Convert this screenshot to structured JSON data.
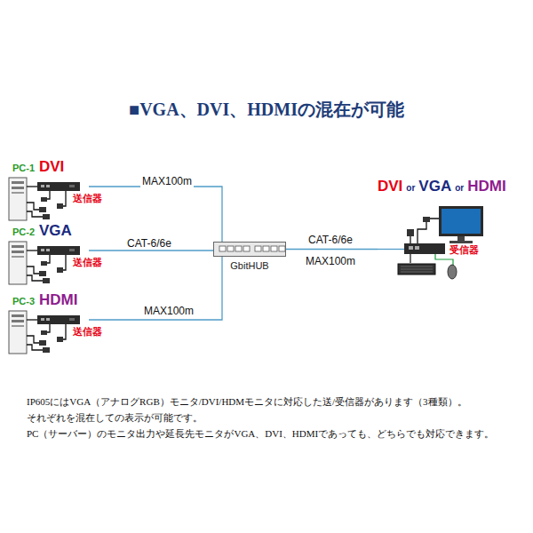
{
  "diagram": {
    "title": "■VGA、DVI、HDMIの混在が可能",
    "nodes": [
      {
        "text": [
          "PC-1",
          "DVI",
          "送信器"
        ]
      },
      {
        "text": [
          "PC-2",
          "VGA",
          "送信器"
        ]
      },
      {
        "text": [
          "PC-3",
          "HDMI",
          "送信器"
        ]
      },
      {
        "text": [
          "GbitHUB"
        ]
      },
      {
        "text": [
          "DVI",
          "or",
          "VGA",
          "or",
          "HDMI",
          "受信器"
        ]
      }
    ],
    "edges": [
      {
        "from": 0,
        "to": 3,
        "label": "MAX100m",
        "arrow": "none"
      },
      {
        "from": 1,
        "to": 3,
        "label": "CAT-6/6e",
        "arrow": "none"
      },
      {
        "from": 2,
        "to": 3,
        "label": "MAX100m",
        "arrow": "none"
      },
      {
        "from": 3,
        "to": 4,
        "label": "CAT-6/6e",
        "arrow": "none"
      }
    ],
    "labels": [
      "MAX100m",
      "IP605にはVGA（アナログRGB）モニタ/DVI/HDMモニタに対応した送/受信器があります（3種類）。",
      "それぞれを混在しての表示が可能です。",
      "PC（サーバー）のモニタ出力や延長先モニタがVGA、DVI、HDMIであっても、どちらでも対応できます。"
    ]
  }
}
